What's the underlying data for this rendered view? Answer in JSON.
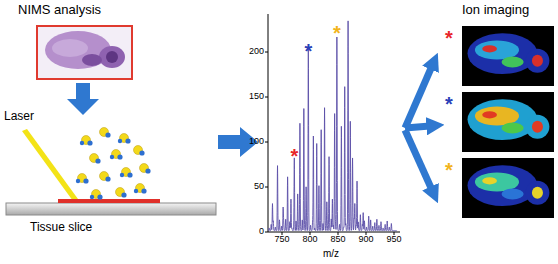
{
  "diagram": {
    "labels": [
      "NIMS analysis",
      "Laser",
      "Tissue slice",
      "0",
      "50",
      "100",
      "150",
      "200",
      "750",
      "800",
      "850",
      "900",
      "950",
      "m/z",
      "*",
      "*",
      "*",
      "Ion imaging",
      "*",
      "*",
      "*"
    ]
  }
}
